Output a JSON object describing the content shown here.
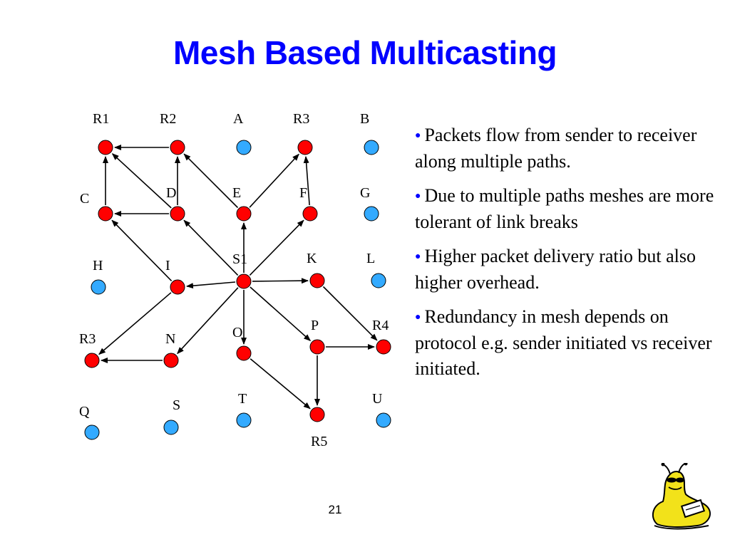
{
  "title": "Mesh Based Multicasting",
  "colors": {
    "title": "#0000ff",
    "mesh_node": "#ff0000",
    "other_node": "#33aaff",
    "edge": "#000000"
  },
  "nodes": [
    {
      "id": "R1",
      "label": "R1",
      "role": "mesh"
    },
    {
      "id": "R2",
      "label": "R2",
      "role": "mesh"
    },
    {
      "id": "A",
      "label": "A",
      "role": "other"
    },
    {
      "id": "R3a",
      "label": "R3",
      "role": "mesh"
    },
    {
      "id": "B",
      "label": "B",
      "role": "other"
    },
    {
      "id": "C",
      "label": "C",
      "role": "mesh"
    },
    {
      "id": "D",
      "label": "D",
      "role": "mesh"
    },
    {
      "id": "E",
      "label": "E",
      "role": "mesh"
    },
    {
      "id": "F",
      "label": "F",
      "role": "mesh"
    },
    {
      "id": "G",
      "label": "G",
      "role": "other"
    },
    {
      "id": "H",
      "label": "H",
      "role": "other"
    },
    {
      "id": "I",
      "label": "I",
      "role": "mesh"
    },
    {
      "id": "S1",
      "label": "S1",
      "role": "mesh"
    },
    {
      "id": "K",
      "label": "K",
      "role": "mesh"
    },
    {
      "id": "L",
      "label": "L",
      "role": "other"
    },
    {
      "id": "R3b",
      "label": "R3",
      "role": "mesh"
    },
    {
      "id": "N",
      "label": "N",
      "role": "mesh"
    },
    {
      "id": "O",
      "label": "O",
      "role": "mesh"
    },
    {
      "id": "P",
      "label": "P",
      "role": "mesh"
    },
    {
      "id": "R4",
      "label": "R4",
      "role": "mesh"
    },
    {
      "id": "Q",
      "label": "Q",
      "role": "other"
    },
    {
      "id": "S",
      "label": "S",
      "role": "other"
    },
    {
      "id": "T",
      "label": "T",
      "role": "other"
    },
    {
      "id": "U",
      "label": "U",
      "role": "other"
    },
    {
      "id": "R5",
      "label": "R5",
      "role": "mesh"
    }
  ],
  "edges": [
    {
      "from": "R2",
      "to": "R1"
    },
    {
      "from": "D",
      "to": "R1"
    },
    {
      "from": "D",
      "to": "R2"
    },
    {
      "from": "D",
      "to": "C"
    },
    {
      "from": "C",
      "to": "R1"
    },
    {
      "from": "E",
      "to": "R2"
    },
    {
      "from": "E",
      "to": "R3a"
    },
    {
      "from": "F",
      "to": "R3a"
    },
    {
      "from": "I",
      "to": "C"
    },
    {
      "from": "S1",
      "to": "D"
    },
    {
      "from": "S1",
      "to": "E"
    },
    {
      "from": "S1",
      "to": "F"
    },
    {
      "from": "S1",
      "to": "I"
    },
    {
      "from": "S1",
      "to": "K"
    },
    {
      "from": "S1",
      "to": "N"
    },
    {
      "from": "S1",
      "to": "O"
    },
    {
      "from": "S1",
      "to": "P"
    },
    {
      "from": "I",
      "to": "R3b"
    },
    {
      "from": "N",
      "to": "R3b"
    },
    {
      "from": "K",
      "to": "R4"
    },
    {
      "from": "P",
      "to": "R4"
    },
    {
      "from": "P",
      "to": "R5"
    },
    {
      "from": "O",
      "to": "R5"
    }
  ],
  "bullets": [
    "Packets flow from sender to receiver along multiple paths.",
    "Due to multiple paths meshes are more tolerant of link breaks",
    "Higher packet delivery ratio but also higher overhead.",
    "Redundancy in mesh depends on protocol e.g. sender initiated vs receiver initiated."
  ],
  "bullet_glyph": "●",
  "page_number": "21",
  "mascot": {
    "icon": "slug-mascot-icon"
  }
}
